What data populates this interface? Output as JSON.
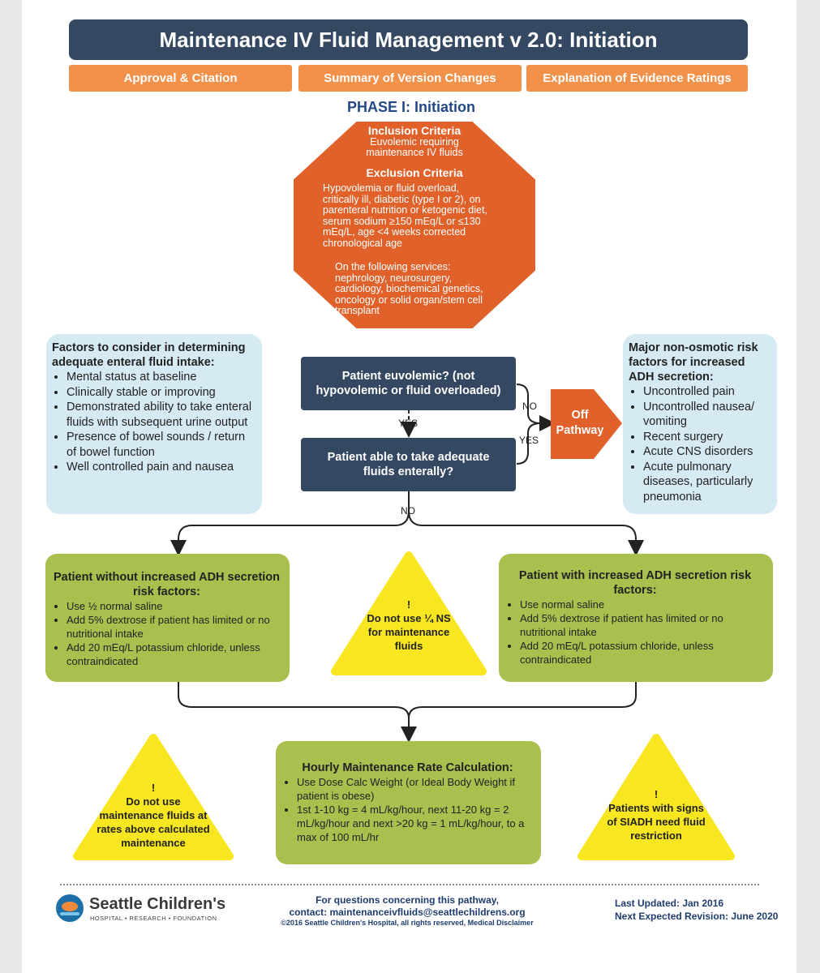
{
  "title": "Maintenance IV Fluid Management v 2.0: Initiation",
  "tabs": [
    "Approval & Citation",
    "Summary of Version Changes",
    "Explanation of Evidence Ratings"
  ],
  "phase": "PHASE I: Initiation",
  "octagon": {
    "inclusion_title": "Inclusion Criteria",
    "inclusion_lines": [
      "Euvolemic requiring",
      "maintenance IV fluids"
    ],
    "exclusion_title": "Exclusion Criteria",
    "exclusion_lines": [
      "Hypovolemia or fluid overload,",
      "critically ill, diabetic (type I or 2), on",
      "parenteral nutrition or ketogenic diet,",
      "serum sodium ≥150 mEq/L or ≤130",
      "mEq/L, age <4 weeks corrected",
      "chronological age"
    ],
    "services_lines": [
      "On the following services:",
      "nephrology, neurosurgery,",
      "cardiology,  biochemical genetics,",
      "oncology or solid organ/stem cell",
      "transplant"
    ]
  },
  "left_box": {
    "title": "Factors to consider in determining adequate enteral fluid intake:",
    "items": [
      "Mental status at baseline",
      "Clinically stable or improving",
      "Demonstrated ability to take enteral fluids with subsequent urine output",
      "Presence of bowel sounds  / return of bowel function",
      "Well controlled pain and nausea"
    ]
  },
  "right_box": {
    "title": "Major non-osmotic risk factors for increased ADH secretion:",
    "items": [
      "Uncontrolled pain",
      "Uncontrolled nausea/ vomiting",
      "Recent surgery",
      "Acute CNS disorders",
      "Acute pulmonary diseases, particularly pneumonia"
    ]
  },
  "q1": "Patient euvolemic? (not hypovolemic or fluid overloaded)",
  "q2": "Patient able to take adequate fluids enterally?",
  "off_pathway": "Off Pathway",
  "labels": {
    "yes1": "YES",
    "no1": "NO",
    "yes2": "YES",
    "no2": "NO"
  },
  "green_left": {
    "title": "Patient without increased ADH secretion risk factors:",
    "items": [
      "Use ½ normal saline",
      "Add 5% dextrose if patient has limited or no nutritional intake",
      "Add 20 mEq/L potassium chloride, unless contraindicated"
    ]
  },
  "green_right": {
    "title": "Patient with increased ADH secretion risk factors:",
    "items": [
      "Use normal saline",
      "Add 5% dextrose if patient has limited or no nutritional intake",
      "Add 20 mEq/L potassium chloride, unless contraindicated"
    ]
  },
  "warn_center": {
    "mark": "!",
    "text": "Do not use ¼ NS for maintenance fluids"
  },
  "warn_left": {
    "mark": "!",
    "text": "Do not use maintenance fluids at rates above calculated maintenance"
  },
  "warn_right": {
    "mark": "!",
    "text": "Patients with signs of SIADH need fluid restriction"
  },
  "hourly": {
    "title": "Hourly Maintenance Rate Calculation:",
    "items": [
      "Use Dose Calc Weight (or Ideal Body Weight if patient is obese)",
      "1st 1-10 kg = 4 mL/kg/hour, next 11-20 kg = 2 mL/kg/hour and next >20 kg = 1 mL/kg/hour, to a max of 100 mL/hr"
    ]
  },
  "footer": {
    "logo_name": "Seattle Children's",
    "logo_sub": "HOSPITAL • RESEARCH • FOUNDATION",
    "questions": "For questions concerning this pathway,",
    "contact": "contact: maintenanceivfluids@seattlechildrens.org",
    "copyright": "©2016 Seattle Children's Hospital, all rights reserved, Medical Disclaimer",
    "updated": "Last Updated: Jan 2016",
    "next_revision": "Next Expected Revision: June 2020"
  },
  "colors": {
    "navy": "#344862",
    "orange": "#e0622a",
    "tab_orange": "#f2914a",
    "light_blue": "#d5eaf3",
    "green": "#a9c04f",
    "yellow": "#f7e620"
  }
}
